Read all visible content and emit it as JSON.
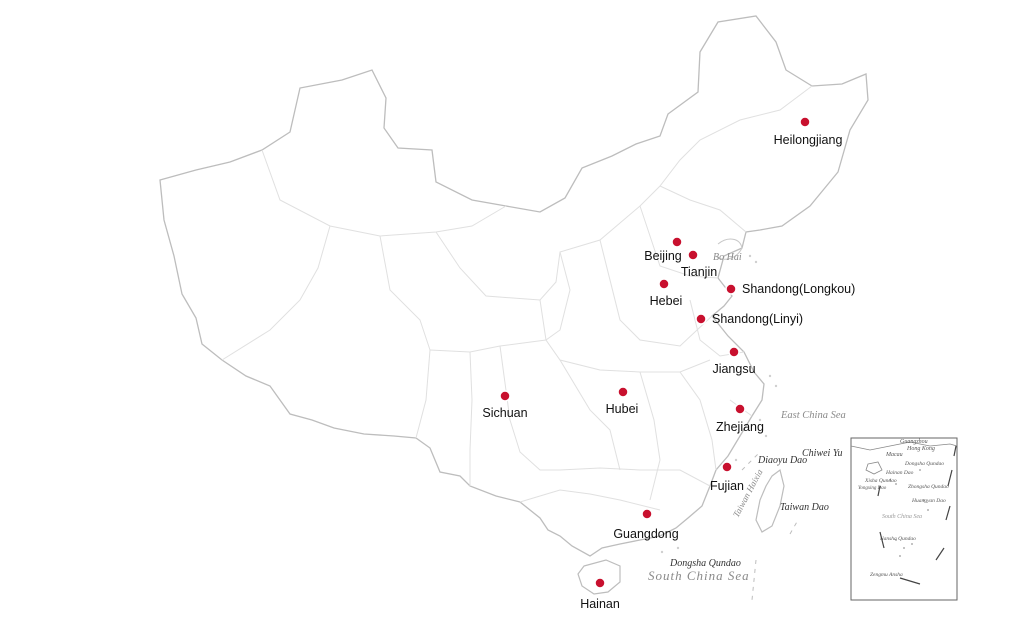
{
  "map": {
    "marker_color": "#c8102e",
    "locations": [
      {
        "id": "heilongjiang",
        "label": "Heilongjiang"
      },
      {
        "id": "beijing",
        "label": "Beijing"
      },
      {
        "id": "tianjin",
        "label": "Tianjin"
      },
      {
        "id": "hebei",
        "label": "Hebei"
      },
      {
        "id": "shandong-longkou",
        "label": "Shandong(Longkou)"
      },
      {
        "id": "shandong-linyi",
        "label": "Shandong(Linyi)"
      },
      {
        "id": "jiangsu",
        "label": "Jiangsu"
      },
      {
        "id": "sichuan",
        "label": "Sichuan"
      },
      {
        "id": "hubei",
        "label": "Hubei"
      },
      {
        "id": "zhejiang",
        "label": "Zhejiang"
      },
      {
        "id": "fujian",
        "label": "Fujian"
      },
      {
        "id": "guangdong",
        "label": "Guangdong"
      },
      {
        "id": "hainan",
        "label": "Hainan"
      }
    ],
    "sea_labels": {
      "bo_hai": "Bo Hai",
      "east_china_sea": "East China Sea",
      "chiwei_yu": "Chiwei Yu",
      "diaoyu_dao": "Diaoyu Dao",
      "taiwan_dao": "Taiwan Dao",
      "taiwan_haixia": "Taiwan Haixia",
      "dongsha_qundao": "Dongsha Qundao",
      "south_china_sea": "South China Sea"
    },
    "inset_labels": {
      "guangzhou": "Guangzhou",
      "hong_kong": "Hong Kong",
      "macau": "Macau",
      "dongsha_qundao": "Dongsha Qundao",
      "hainan_dao": "Hainan Dao",
      "xisha_qundao": "Xisha Qundao",
      "yongxing_dao": "Yongxing Dao",
      "zhongsha_qundao": "Zhongsha Qundao",
      "huangyan_dao": "Huangyan Dao",
      "south_china_sea": "South China Sea",
      "nansha_qundao": "Nansha Qundao",
      "zengmu_ansha": "Zengmu Ansha"
    }
  }
}
